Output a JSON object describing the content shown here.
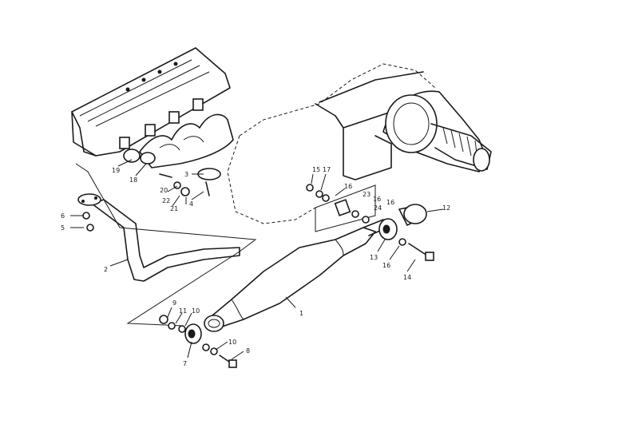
{
  "callouts": {
    "c1": "1",
    "c2": "2",
    "c3": "3",
    "c4": "4",
    "c5": "5",
    "c6": "6",
    "c7": "7",
    "c8": "8",
    "c9": "9",
    "c10": "10",
    "c10b": "10",
    "c11": "11",
    "c12": "12",
    "c13": "13",
    "c14": "14",
    "c15": "15",
    "c16a": "16",
    "c16b": "16",
    "c16c": "16",
    "c16d": "16",
    "c17": "17",
    "c18": "18",
    "c19": "19",
    "c20": "20",
    "c21": "21",
    "c22": "22",
    "c23": "23",
    "c24": "24"
  },
  "colors": {
    "ink": "#1a1a1a",
    "paper": "#ffffff"
  }
}
